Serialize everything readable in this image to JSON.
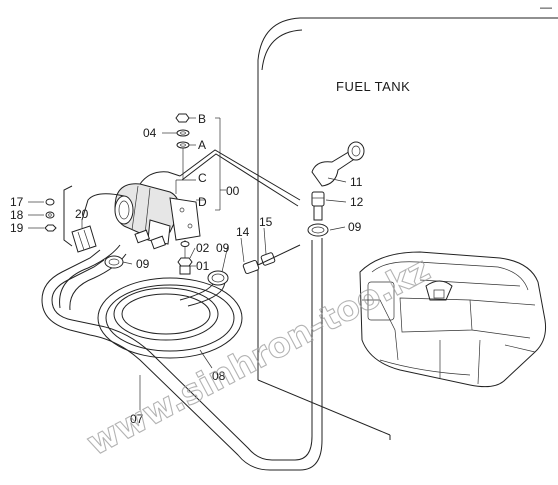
{
  "page_number": "—",
  "title": "FUEL TANK",
  "watermark": "www.sinhron-too.kz",
  "callouts": {
    "p04": "04",
    "pB": "B",
    "pA": "A",
    "pC": "C",
    "pD": "D",
    "p00": "00",
    "p17": "17",
    "p18": "18",
    "p19": "19",
    "p20": "20",
    "p11": "11",
    "p12": "12",
    "p09a": "09",
    "p14": "14",
    "p15": "15",
    "p02": "02",
    "p09b": "09",
    "p01": "01",
    "p09c": "09",
    "p08": "08",
    "p07": "07"
  }
}
